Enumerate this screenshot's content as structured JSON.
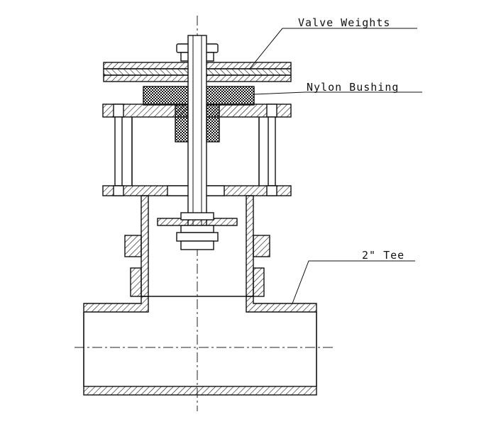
{
  "labels": {
    "valve_weights": "Valve Weights",
    "nylon_bushing": "Nylon Bushing",
    "tee": "2\" Tee"
  }
}
